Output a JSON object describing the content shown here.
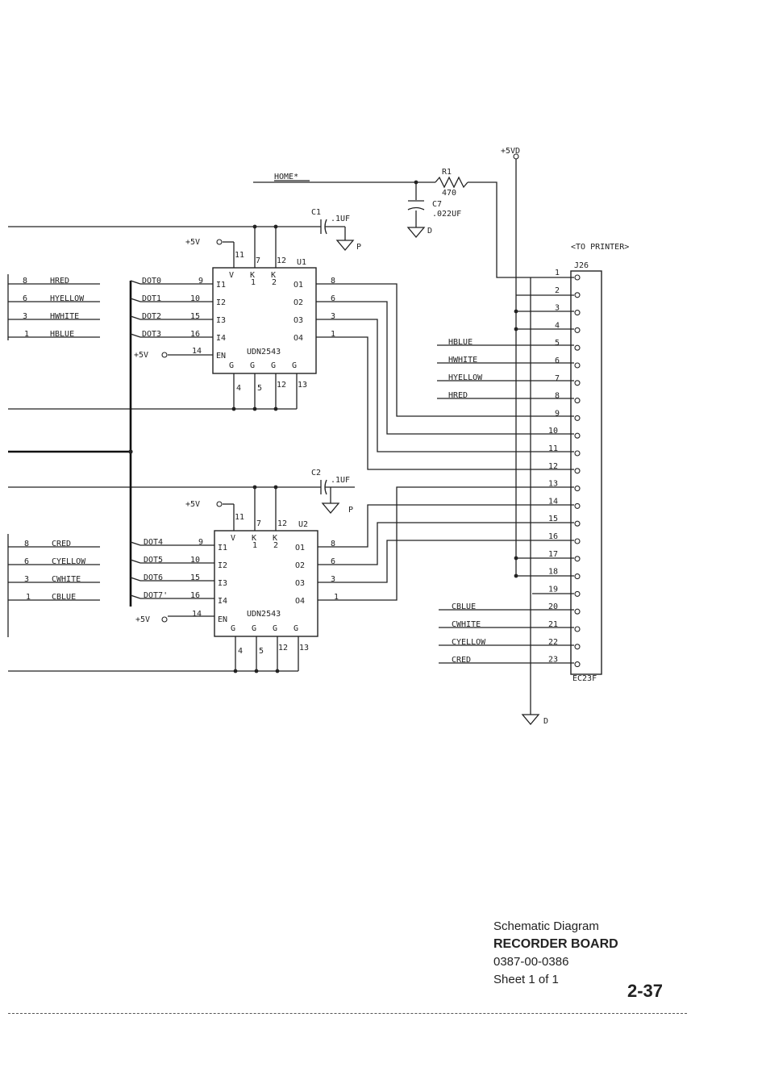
{
  "power": {
    "vcc": "+5V",
    "vcc_d": "+5VD",
    "gnd_d": "D",
    "gnd_p": "P"
  },
  "home_signal": "HOME*",
  "resistor": {
    "ref": "R1",
    "value": "470"
  },
  "cap_c7": {
    "ref": "C7",
    "value": ".022UF"
  },
  "cap_c1": {
    "ref": "C1",
    "value": ".1UF"
  },
  "cap_c2": {
    "ref": "C2",
    "value": ".1UF"
  },
  "connector": {
    "ref": "J26",
    "part": "EC23F",
    "note": "<TO PRINTER>",
    "pins": [
      "1",
      "2",
      "3",
      "4",
      "5",
      "6",
      "7",
      "8",
      "9",
      "10",
      "11",
      "12",
      "13",
      "14",
      "15",
      "16",
      "17",
      "18",
      "19",
      "20",
      "21",
      "22",
      "23"
    ]
  },
  "u1": {
    "ref": "U1",
    "part": "UDN2543",
    "input_labels": [
      "I1",
      "I2",
      "I3",
      "I4"
    ],
    "output_labels": [
      "O1",
      "O2",
      "O3",
      "O4"
    ],
    "top_labels": [
      "V",
      "K",
      "K"
    ],
    "top_subs": [
      "1",
      "2"
    ],
    "top_pins": [
      "11",
      "7",
      "12"
    ],
    "bottom_labels": [
      "G",
      "G",
      "G",
      "G"
    ],
    "bottom_pins": [
      "4",
      "5",
      "12",
      "13"
    ],
    "input_pins": [
      "9",
      "10",
      "15",
      "16"
    ],
    "output_pins": [
      "8",
      "6",
      "3",
      "1"
    ],
    "en_label": "EN",
    "en_pin": "14",
    "dot_signals": [
      "DOT0",
      "DOT1",
      "DOT2",
      "DOT3"
    ],
    "left_signals": [
      {
        "pin": "8",
        "name": "HRED"
      },
      {
        "pin": "6",
        "name": "HYELLOW"
      },
      {
        "pin": "3",
        "name": "HWHITE"
      },
      {
        "pin": "1",
        "name": "HBLUE"
      }
    ]
  },
  "u2": {
    "ref": "U2",
    "part": "UDN2543",
    "input_labels": [
      "I1",
      "I2",
      "I3",
      "I4"
    ],
    "output_labels": [
      "O1",
      "O2",
      "O3",
      "O4"
    ],
    "top_labels": [
      "V",
      "K",
      "K"
    ],
    "top_subs": [
      "1",
      "2"
    ],
    "top_pins": [
      "11",
      "7",
      "12"
    ],
    "bottom_labels": [
      "G",
      "G",
      "G",
      "G"
    ],
    "bottom_pins": [
      "4",
      "5",
      "12",
      "13"
    ],
    "input_pins": [
      "9",
      "10",
      "15",
      "16"
    ],
    "output_pins": [
      "8",
      "6",
      "3",
      "1"
    ],
    "en_label": "EN",
    "en_pin": "14",
    "dot_signals": [
      "DOT4",
      "DOT5",
      "DOT6",
      "DOT7'"
    ],
    "left_signals": [
      {
        "pin": "8",
        "name": "CRED"
      },
      {
        "pin": "6",
        "name": "CYELLOW"
      },
      {
        "pin": "3",
        "name": "CWHITE"
      },
      {
        "pin": "1",
        "name": "CBLUE"
      }
    ]
  },
  "right_h_signals": [
    "HBLUE",
    "HWHITE",
    "HYELLOW",
    "HRED"
  ],
  "right_c_signals": [
    "CBLUE",
    "CWHITE",
    "CYELLOW",
    "CRED"
  ],
  "title_block": {
    "line1": "Schematic Diagram",
    "line2": "RECORDER BOARD",
    "line3": "0387-00-0386",
    "line4": "Sheet 1 of 1",
    "page": "2-37"
  }
}
